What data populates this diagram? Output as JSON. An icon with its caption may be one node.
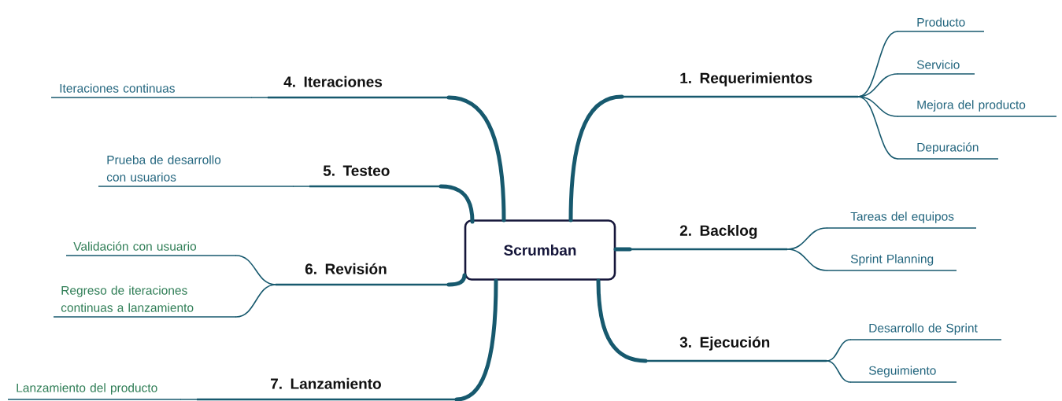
{
  "diagram": {
    "nodes": [
      {
        "text": [
          "Scrumban"
        ]
      },
      {
        "text": [
          "1. Requerimientos"
        ]
      },
      {
        "text": [
          "Producto"
        ]
      },
      {
        "text": [
          "Servicio"
        ]
      },
      {
        "text": [
          "Mejora del producto"
        ]
      },
      {
        "text": [
          "Depuración"
        ]
      },
      {
        "text": [
          "2. Backlog"
        ]
      },
      {
        "text": [
          "Tareas del equipos"
        ]
      },
      {
        "text": [
          "Sprint Planning"
        ]
      },
      {
        "text": [
          "3. Ejecución"
        ]
      },
      {
        "text": [
          "Desarrollo de Sprint"
        ]
      },
      {
        "text": [
          "Seguimiento"
        ]
      },
      {
        "text": [
          "4. Iteraciones"
        ]
      },
      {
        "text": [
          "Iteraciones continuas"
        ]
      },
      {
        "text": [
          "5. Testeo"
        ]
      },
      {
        "text": [
          "Prueba de desarrollo con usuarios"
        ]
      },
      {
        "text": [
          "6. Revisión"
        ]
      },
      {
        "text": [
          "Validación con usuario"
        ]
      },
      {
        "text": [
          "Regreso de iteraciones continuas a lanzamiento"
        ]
      },
      {
        "text": [
          "7. Lanzamiento"
        ]
      },
      {
        "text": [
          "Lanzamiento del producto"
        ]
      }
    ],
    "edges": [
      {
        "from": 0,
        "to": 1,
        "arrow": "none",
        "style": "thick"
      },
      {
        "from": 0,
        "to": 6,
        "arrow": "none",
        "style": "thick"
      },
      {
        "from": 0,
        "to": 9,
        "arrow": "none",
        "style": "thick"
      },
      {
        "from": 0,
        "to": 12,
        "arrow": "none",
        "style": "thick"
      },
      {
        "from": 0,
        "to": 14,
        "arrow": "none",
        "style": "thick"
      },
      {
        "from": 0,
        "to": 16,
        "arrow": "none",
        "style": "thick"
      },
      {
        "from": 0,
        "to": 19,
        "arrow": "none",
        "style": "thick"
      },
      {
        "from": 1,
        "to": 2,
        "arrow": "none"
      },
      {
        "from": 1,
        "to": 3,
        "arrow": "none"
      },
      {
        "from": 1,
        "to": 4,
        "arrow": "none"
      },
      {
        "from": 1,
        "to": 5,
        "arrow": "none"
      },
      {
        "from": 6,
        "to": 7,
        "arrow": "none"
      },
      {
        "from": 6,
        "to": 8,
        "arrow": "none"
      },
      {
        "from": 9,
        "to": 10,
        "arrow": "none"
      },
      {
        "from": 9,
        "to": 11,
        "arrow": "none"
      },
      {
        "from": 12,
        "to": 13,
        "arrow": "none"
      },
      {
        "from": 14,
        "to": 15,
        "arrow": "none"
      },
      {
        "from": 16,
        "to": 17,
        "arrow": "none"
      },
      {
        "from": 16,
        "to": 18,
        "arrow": "none"
      },
      {
        "from": 19,
        "to": 20,
        "arrow": "none"
      }
    ]
  }
}
